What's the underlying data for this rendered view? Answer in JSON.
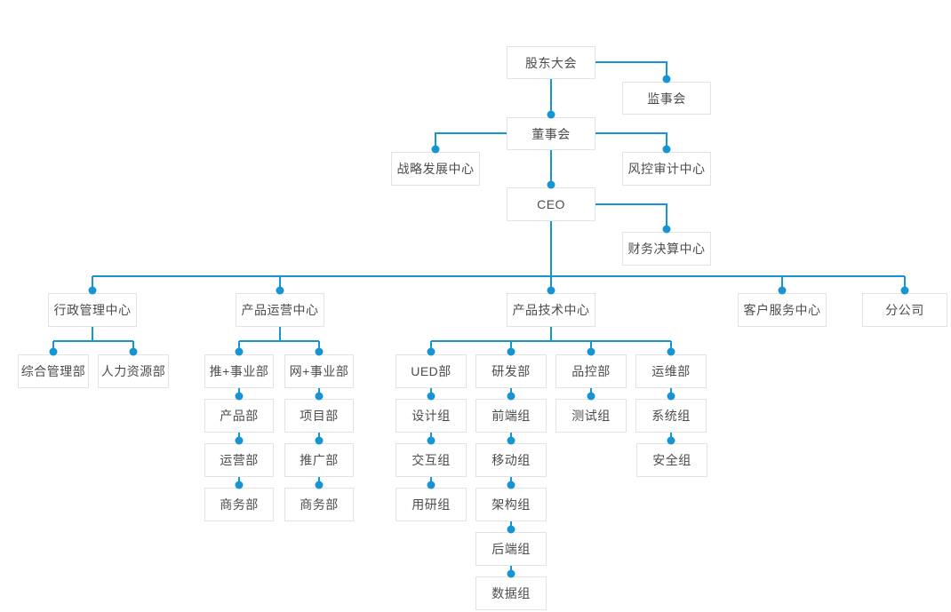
{
  "chart_title": "",
  "colors": {
    "connector_blue": "#1794d2",
    "dot_blue": "#1794d2",
    "node_border": "#e3e3e3",
    "node_background": "#ffffff",
    "node_text": "#4c4c4c",
    "page_background": "#ffffff"
  },
  "nodes": {
    "shareholders": {
      "label": "股东大会"
    },
    "supervisory": {
      "label": "监事会"
    },
    "board": {
      "label": "董事会"
    },
    "strategy": {
      "label": "战略发展中心"
    },
    "risk": {
      "label": "风控审计中心"
    },
    "ceo": {
      "label": "CEO"
    },
    "finance": {
      "label": "财务决算中心"
    },
    "admin": {
      "label": "行政管理中心"
    },
    "productOps": {
      "label": "产品运营中心"
    },
    "productTech": {
      "label": "产品技术中心"
    },
    "customerService": {
      "label": "客户服务中心"
    },
    "branch": {
      "label": "分公司"
    },
    "generalMgmt": {
      "label": "综合管理部"
    },
    "hr": {
      "label": "人力资源部"
    },
    "tuiDivision": {
      "label": "推+事业部"
    },
    "wangDivision": {
      "label": "网+事业部"
    },
    "productDept": {
      "label": "产品部"
    },
    "projectDept": {
      "label": "项目部"
    },
    "opsDept": {
      "label": "运营部"
    },
    "promoDept": {
      "label": "推广部"
    },
    "bizDeptA": {
      "label": "商务部"
    },
    "bizDeptB": {
      "label": "商务部"
    },
    "ued": {
      "label": "UED部"
    },
    "rd": {
      "label": "研发部"
    },
    "qc": {
      "label": "品控部"
    },
    "om": {
      "label": "运维部"
    },
    "designTeam": {
      "label": "设计组"
    },
    "frontendTeam": {
      "label": "前端组"
    },
    "testTeam": {
      "label": "测试组"
    },
    "systemTeam": {
      "label": "系统组"
    },
    "interactionTeam": {
      "label": "交互组"
    },
    "mobileTeam": {
      "label": "移动组"
    },
    "securityTeam": {
      "label": "安全组"
    },
    "researchTeam": {
      "label": "用研组"
    },
    "archTeam": {
      "label": "架构组"
    },
    "backendTeam": {
      "label": "后端组"
    },
    "dataTeam": {
      "label": "数据组"
    }
  },
  "edges": [
    {
      "from": "shareholders",
      "to": "supervisory"
    },
    {
      "from": "shareholders",
      "to": "board"
    },
    {
      "from": "board",
      "to": "strategy"
    },
    {
      "from": "board",
      "to": "risk"
    },
    {
      "from": "board",
      "to": "ceo"
    },
    {
      "from": "ceo",
      "to": "finance"
    },
    {
      "from": "ceo",
      "to": "admin"
    },
    {
      "from": "ceo",
      "to": "productOps"
    },
    {
      "from": "ceo",
      "to": "productTech"
    },
    {
      "from": "ceo",
      "to": "customerService"
    },
    {
      "from": "ceo",
      "to": "branch"
    },
    {
      "from": "admin",
      "to": "generalMgmt"
    },
    {
      "from": "admin",
      "to": "hr"
    },
    {
      "from": "productOps",
      "to": "tuiDivision"
    },
    {
      "from": "productOps",
      "to": "wangDivision"
    },
    {
      "from": "tuiDivision",
      "to": "productDept"
    },
    {
      "from": "productDept",
      "to": "opsDept"
    },
    {
      "from": "opsDept",
      "to": "bizDeptA"
    },
    {
      "from": "wangDivision",
      "to": "projectDept"
    },
    {
      "from": "projectDept",
      "to": "promoDept"
    },
    {
      "from": "promoDept",
      "to": "bizDeptB"
    },
    {
      "from": "productTech",
      "to": "ued"
    },
    {
      "from": "productTech",
      "to": "rd"
    },
    {
      "from": "productTech",
      "to": "qc"
    },
    {
      "from": "productTech",
      "to": "om"
    },
    {
      "from": "ued",
      "to": "designTeam"
    },
    {
      "from": "designTeam",
      "to": "interactionTeam"
    },
    {
      "from": "interactionTeam",
      "to": "researchTeam"
    },
    {
      "from": "rd",
      "to": "frontendTeam"
    },
    {
      "from": "frontendTeam",
      "to": "mobileTeam"
    },
    {
      "from": "mobileTeam",
      "to": "archTeam"
    },
    {
      "from": "archTeam",
      "to": "backendTeam"
    },
    {
      "from": "backendTeam",
      "to": "dataTeam"
    },
    {
      "from": "qc",
      "to": "testTeam"
    },
    {
      "from": "om",
      "to": "systemTeam"
    },
    {
      "from": "systemTeam",
      "to": "securityTeam"
    }
  ]
}
